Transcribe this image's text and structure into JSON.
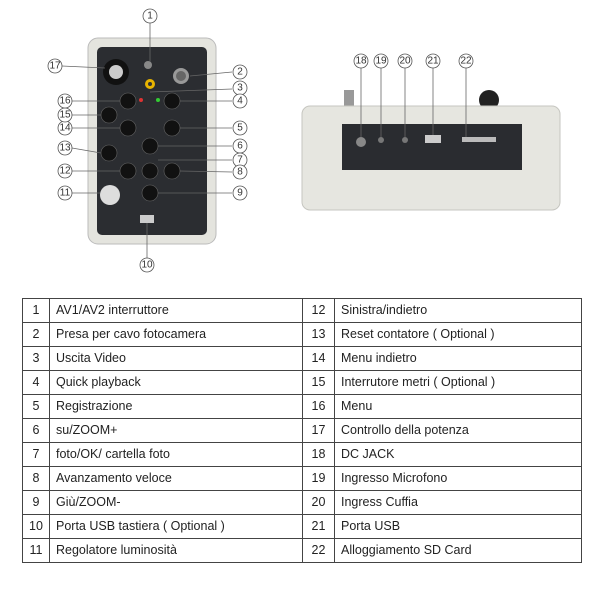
{
  "callouts_front": [
    "1",
    "2",
    "3",
    "4",
    "5",
    "6",
    "7",
    "8",
    "9",
    "10",
    "11",
    "12",
    "13",
    "14",
    "15",
    "16",
    "17"
  ],
  "callouts_side": [
    "18",
    "19",
    "20",
    "21",
    "22"
  ],
  "table": {
    "rows": [
      {
        "n1": "1",
        "d1": "AV1/AV2 interruttore",
        "n2": "12",
        "d2": "Sinistra/indietro"
      },
      {
        "n1": "2",
        "d1": "Presa per cavo fotocamera",
        "n2": "13",
        "d2": "Reset contatore ( Optional )"
      },
      {
        "n1": "3",
        "d1": "Uscita Video",
        "n2": "14",
        "d2": "Menu indietro"
      },
      {
        "n1": "4",
        "d1": "Quick playback",
        "n2": "15",
        "d2": "Interrutore metri ( Optional )"
      },
      {
        "n1": "5",
        "d1": "Registrazione",
        "n2": "16",
        "d2": "Menu"
      },
      {
        "n1": "6",
        "d1": "su/ZOOM+",
        "n2": "17",
        "d2": "Controllo della potenza"
      },
      {
        "n1": "7",
        "d1": "foto/OK/ cartella foto",
        "n2": "18",
        "d2": "DC JACK"
      },
      {
        "n1": "8",
        "d1": "Avanzamento veloce",
        "n2": "19",
        "d2": "Ingresso Microfono"
      },
      {
        "n1": "9",
        "d1": "Giù/ZOOM-",
        "n2": "20",
        "d2": "Ingress Cuffia"
      },
      {
        "n1": "10",
        "d1": "Porta USB tastiera ( Optional )",
        "n2": "21",
        "d2": "Porta USB"
      },
      {
        "n1": "11",
        "d1": "Regolatore luminosità",
        "n2": "22",
        "d2": "Alloggiamento SD Card"
      }
    ]
  }
}
